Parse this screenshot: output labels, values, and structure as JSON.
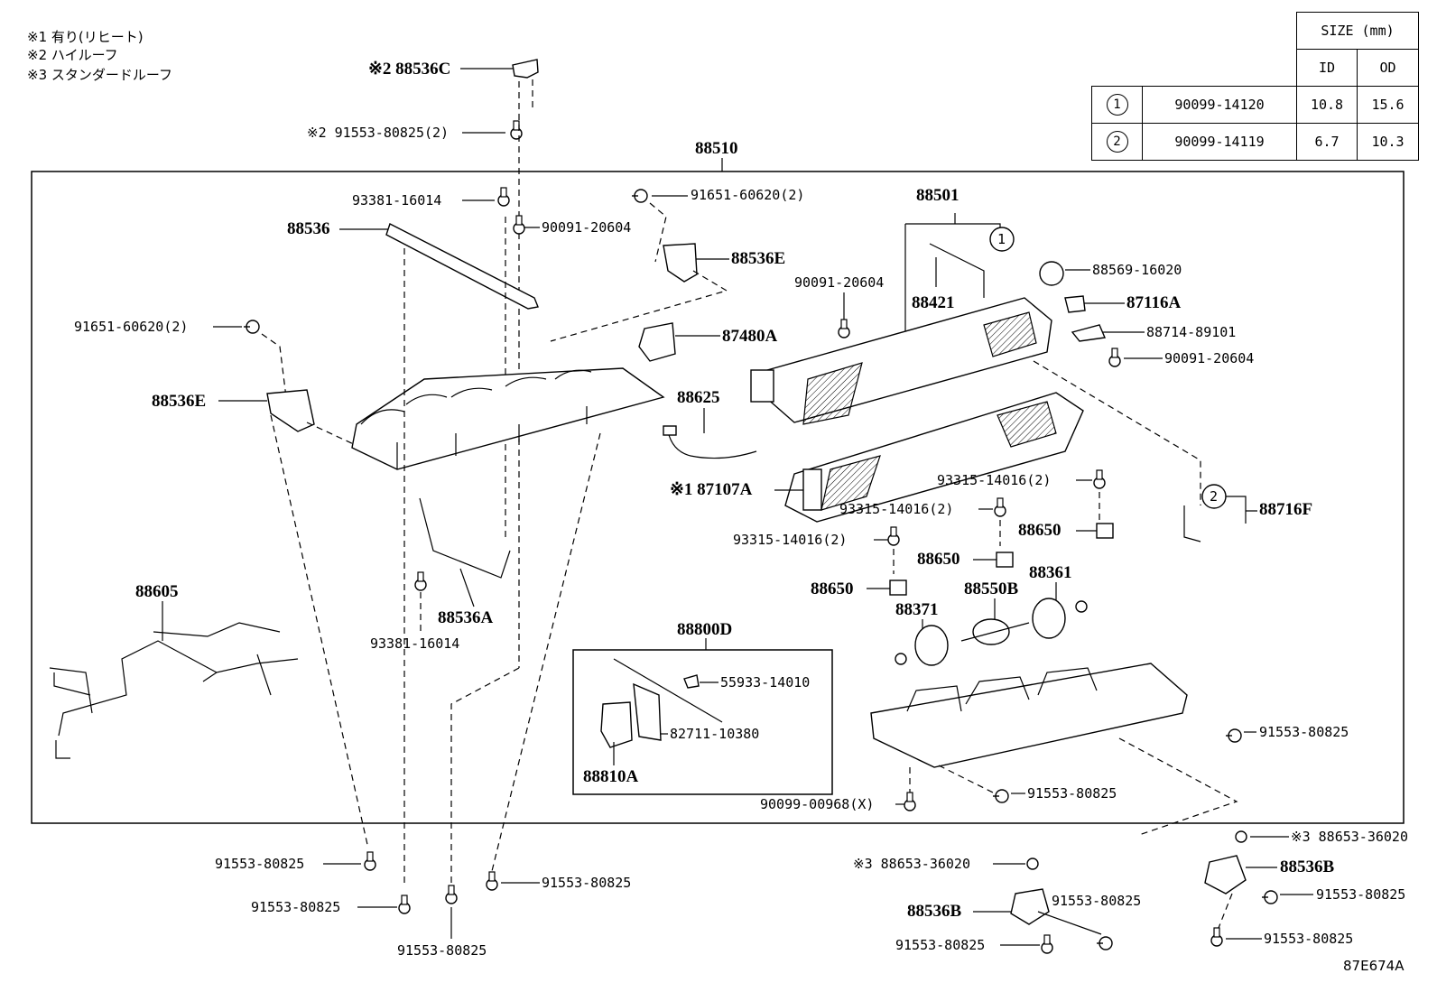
{
  "notes": [
    "※1 有り(リヒート)",
    "※2 ハイルーフ",
    "※3 スタンダードルーフ"
  ],
  "size_table": {
    "header": "SIZE (mm)",
    "col_id": "ID",
    "col_od": "OD",
    "rows": [
      {
        "mark": "1",
        "part": "90099-14120",
        "id": "10.8",
        "od": "15.6"
      },
      {
        "mark": "2",
        "part": "90099-14119",
        "id": "6.7",
        "od": "10.3"
      }
    ]
  },
  "figure_code": "87E674A",
  "labels": {
    "p88536c": "※2 88536C",
    "p91553_top": "※2 91553-80825(2)",
    "p88510": "88510",
    "p93381_a": "93381-16014",
    "p88536": "88536",
    "p90091_a": "90091-20604",
    "p91651_a": "91651-60620(2)",
    "p88536e_a": "88536E",
    "p91651_b": "91651-60620(2)",
    "p88536e_b": "88536E",
    "p87480a": "87480A",
    "p88625": "88625",
    "p88501": "88501",
    "p90091_b": "90091-20604",
    "p88421": "88421",
    "p88569": "88569-16020",
    "p87116a": "87116A",
    "p88714": "88714-89101",
    "p90091_c": "90091-20604",
    "p87107a": "※1 87107A",
    "p93315_a": "93315-14016(2)",
    "p93315_b": "93315-14016(2)",
    "p93315_c": "93315-14016(2)",
    "p88650_a": "88650",
    "p88650_b": "88650",
    "p88650_c": "88650",
    "p88716f": "88716F",
    "p88361": "88361",
    "p88550b": "88550B",
    "p88371": "88371",
    "p88536a": "88536A",
    "p93381_b": "93381-16014",
    "p88605": "88605",
    "p88800d": "88800D",
    "p55933": "55933-14010",
    "p82711": "82711-10380",
    "p88810a": "88810A",
    "p91553_r1": "91553-80825",
    "p91553_r2": "91553-80825",
    "p90099": "90099-00968(X)",
    "p91553_b1": "91553-80825",
    "p91553_b2": "91553-80825",
    "p91553_b3": "91553-80825",
    "p91553_b4": "91553-80825",
    "p88653_a": "※3 88653-36020",
    "p88653_b": "※3 88653-36020",
    "p88536b_a": "88536B",
    "p88536b_b": "88536B",
    "p91553_c1": "91553-80825",
    "p91553_c2": "91553-80825",
    "p91553_c3": "91553-80825",
    "p91553_c4": "91553-80825",
    "mark1": "1",
    "mark2": "2"
  }
}
